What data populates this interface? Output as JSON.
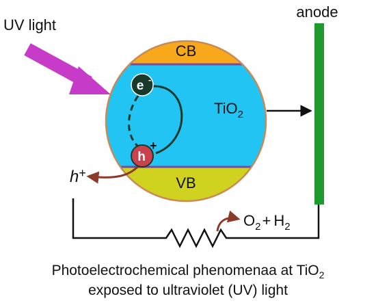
{
  "labels": {
    "uv_light": "UV light",
    "anode": "anode",
    "conduction_band": "CB",
    "valence_band": "VB",
    "material_base": "TiO",
    "material_sub": "2",
    "electron": "e",
    "electron_sup": "-",
    "hole": "h",
    "hole_sup": "+",
    "external_hole": "h",
    "external_hole_sup": "+",
    "product_o": "O",
    "product_o_sub": "2",
    "product_plus": "+",
    "product_h": "H",
    "product_h_sub": "2"
  },
  "caption": {
    "line1_main": "Photoelectrochemical phenomenaa at TiO",
    "line1_sub": "2",
    "line2": "exposed to ultraviolet (UV) light"
  },
  "colors": {
    "conduction_band": "#f7a81b",
    "valence_band": "#cfd21f",
    "bandgap": "#21c4f2",
    "band_edge": "#7a4aa0",
    "circle_outline": "#c98a55",
    "uv_arrow": "#c63cc9",
    "anode": "#1e9a2e",
    "electron_fill": "#17392b",
    "hole_fill": "#c9424e",
    "transfer_arrow": "#8b3a2a",
    "wire": "#111111"
  }
}
